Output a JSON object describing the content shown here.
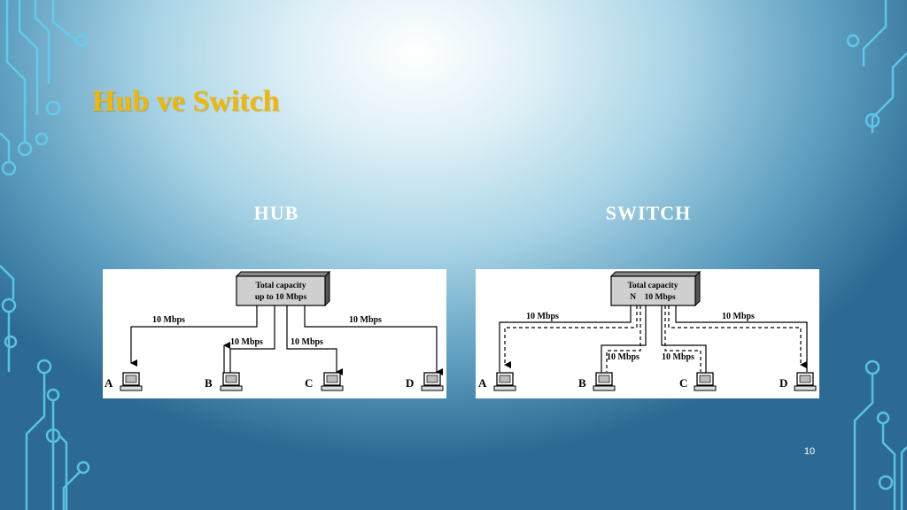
{
  "slide": {
    "title": "Hub ve Switch",
    "page_number": "10"
  },
  "hub": {
    "heading": "HUB",
    "box_line1": "Total capacity",
    "box_line2": "up to 10 Mbps",
    "link_a": "10 Mbps",
    "link_b": "10 Mbps",
    "link_c": "10 Mbps",
    "link_d": "10 Mbps",
    "node_a": "A",
    "node_b": "B",
    "node_c": "C",
    "node_d": "D"
  },
  "switch": {
    "heading": "SWITCH",
    "box_line1": "Total capacity",
    "box_line2": "N    10 Mbps",
    "link_a": "10 Mbps",
    "link_b": "10 Mbps",
    "link_c": "10 Mbps",
    "link_d": "10 Mbps",
    "node_a": "A",
    "node_b": "B",
    "node_c": "C",
    "node_d": "D"
  },
  "colors": {
    "title": "#f2b705",
    "decor": "#5fd2f0"
  }
}
